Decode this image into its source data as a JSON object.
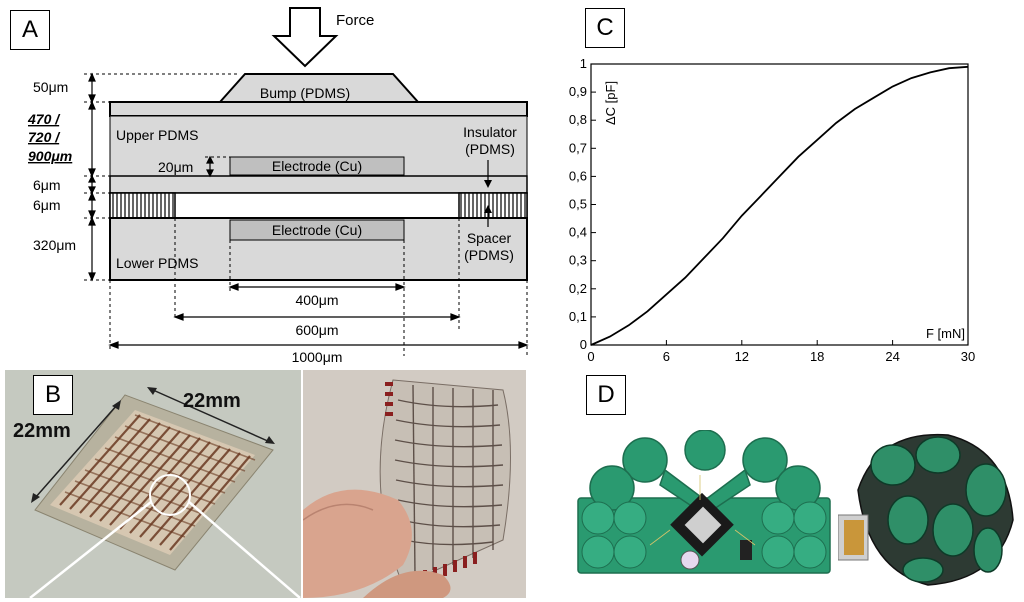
{
  "panels": {
    "a": {
      "label": "A"
    },
    "b": {
      "label": "B"
    },
    "c": {
      "label": "C"
    },
    "d": {
      "label": "D"
    }
  },
  "schematic": {
    "force": "Force",
    "bump": "Bump (PDMS)",
    "upper": "Upper PDMS",
    "electrode_top": "Electrode (Cu)",
    "electrode_bottom": "Electrode (Cu)",
    "insulator_1": "Insulator",
    "insulator_2": "(PDMS)",
    "spacer_1": "Spacer",
    "spacer_2": "(PDMS)",
    "lower": "Lower PDMS",
    "dim_50": "50μm",
    "thick_1": "470 /",
    "thick_2": "720 /",
    "thick_3": "900μm",
    "dim_20": "20μm",
    "dim_6a": "6μm",
    "dim_6b": "6μm",
    "dim_320": "320μm",
    "w_400": "400μm",
    "w_600": "600μm",
    "w_1000": "1000μm"
  },
  "photo_b": {
    "dim_top": "22mm",
    "dim_left": "22mm"
  },
  "chart_data": {
    "type": "line",
    "ylabel": "ΔC [pF]",
    "xlabel": "F [mN]",
    "xlim": [
      0,
      30
    ],
    "ylim": [
      0,
      1
    ],
    "xticks": [
      "0",
      "6",
      "12",
      "18",
      "24",
      "30"
    ],
    "yticks": [
      "0",
      "0,1",
      "0,2",
      "0,3",
      "0,4",
      "0,5",
      "0,6",
      "0,7",
      "0,8",
      "0,9",
      "1"
    ],
    "x": [
      0,
      1.5,
      3,
      4.5,
      6,
      7.5,
      9,
      10.5,
      12,
      13.5,
      15,
      16.5,
      18,
      19.5,
      21,
      22.5,
      24,
      25.5,
      27,
      28.5,
      30
    ],
    "y": [
      0,
      0.03,
      0.07,
      0.12,
      0.18,
      0.24,
      0.31,
      0.38,
      0.46,
      0.53,
      0.6,
      0.67,
      0.73,
      0.79,
      0.84,
      0.88,
      0.92,
      0.95,
      0.97,
      0.985,
      0.99
    ],
    "grid": false
  }
}
